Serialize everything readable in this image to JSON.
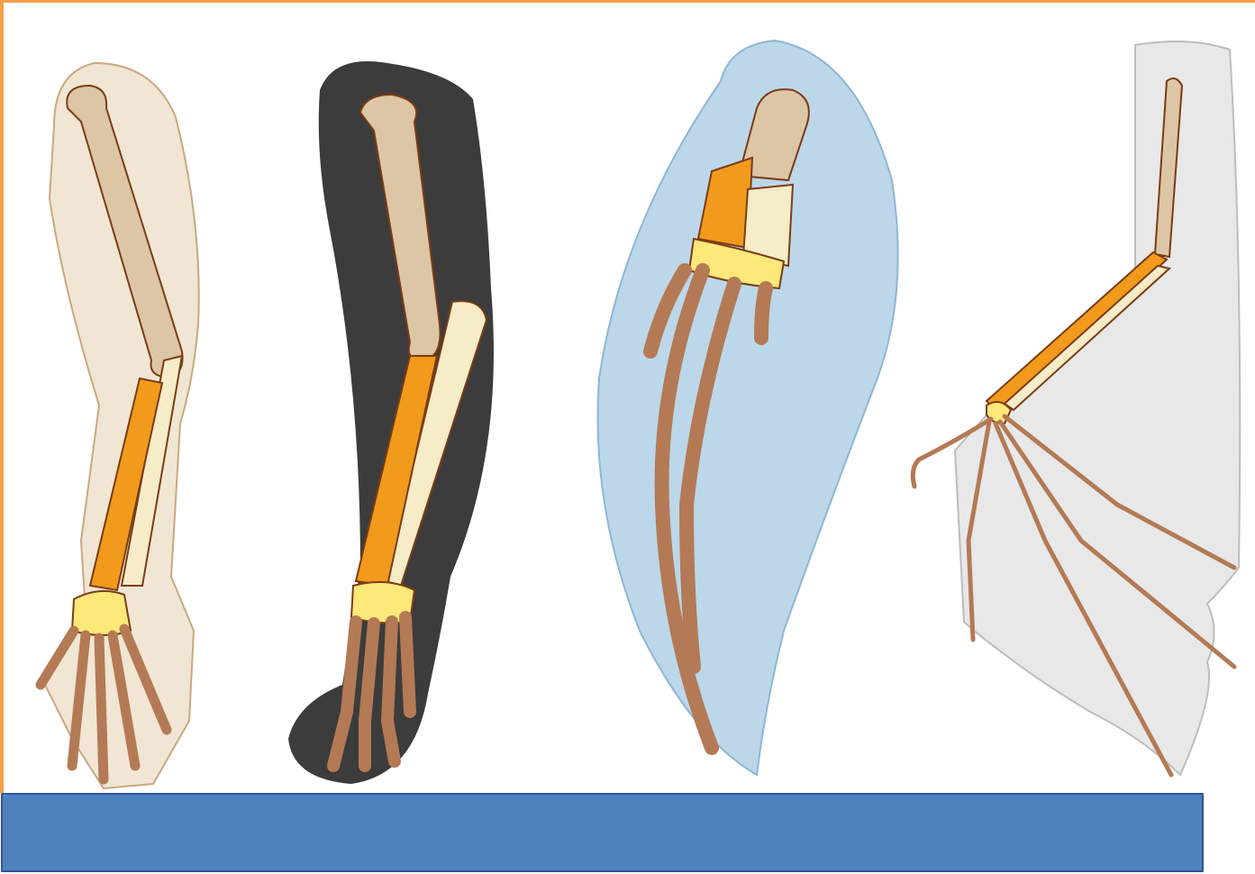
{
  "colors": {
    "frame": "#f4a04a",
    "humerus": "#dcc6a6",
    "ulna": "#f7ecc8",
    "radius": "#f29a1c",
    "carpals": "#fde87a",
    "phalanges": "#b37a55",
    "bone_outline": "#7a3c14",
    "human_skin": "#f1e6d3",
    "cat_fur": "#3c3c3c",
    "whale_flipper": "#bcd7ea",
    "bat_membrane": "#e8e8e8",
    "caption_fill": "#4f81bd",
    "caption_border": "#2f5597"
  },
  "limbs": [
    {
      "id": "human-arm",
      "skin": "human_skin"
    },
    {
      "id": "cat-leg",
      "skin": "cat_fur"
    },
    {
      "id": "whale-flipper",
      "skin": "whale_flipper"
    },
    {
      "id": "bat-wing",
      "skin": "bat_membrane"
    }
  ],
  "caption": {
    "text": ""
  }
}
